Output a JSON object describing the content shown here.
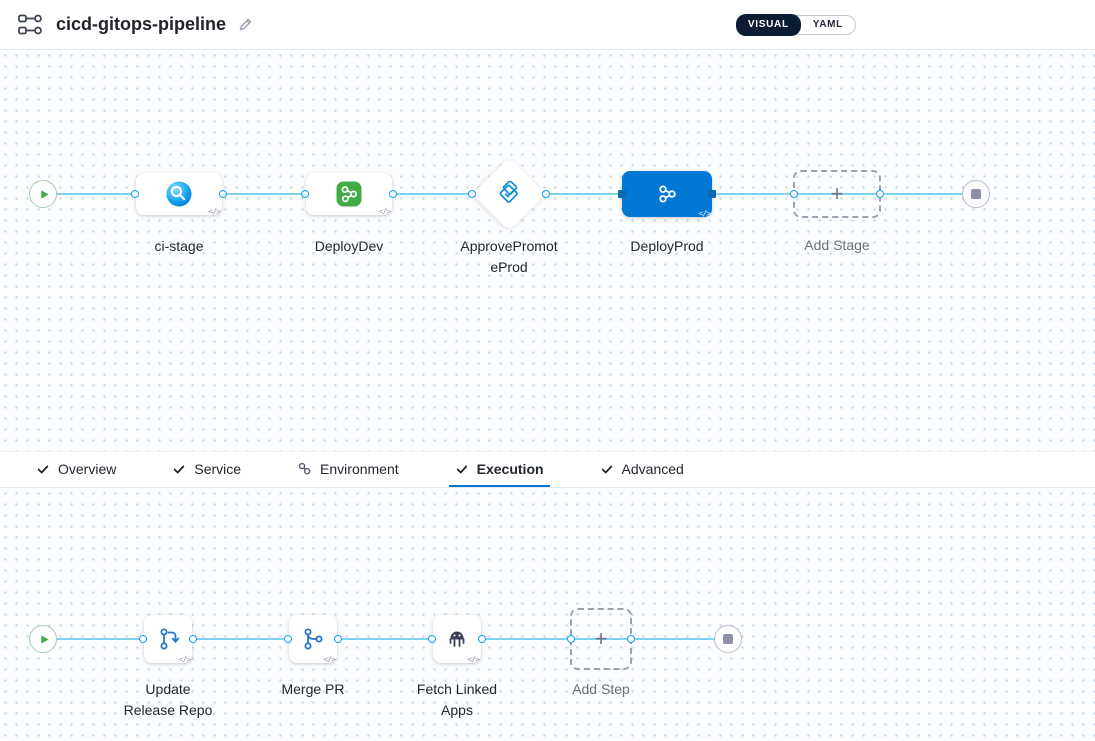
{
  "header": {
    "title": "cicd-gitops-pipeline",
    "mode_toggle": {
      "visual_label": "VISUAL",
      "yaml_label": "YAML",
      "selected": "VISUAL"
    }
  },
  "icons": {
    "add": "+",
    "code": "</>"
  },
  "colors": {
    "accent_blue": "#0278d5",
    "flow_line_blue": "#7ed3f2",
    "selected_stage_bg": "#0278d5",
    "cd_green": "#42ab45",
    "play_green": "#3fae49",
    "toggle_dark": "#0a1b33"
  },
  "stage_pipeline": {
    "stages": [
      {
        "name": "ci-stage",
        "type": "ci",
        "selected": false
      },
      {
        "name": "DeployDev",
        "type": "cd",
        "selected": false
      },
      {
        "name": "ApprovePromoteProd",
        "type": "approval",
        "selected": false
      },
      {
        "name": "DeployProd",
        "type": "cd",
        "selected": true
      }
    ],
    "add_stage_label": "Add Stage"
  },
  "tabs": {
    "items": [
      {
        "label": "Overview",
        "icon": "check",
        "active": false
      },
      {
        "label": "Service",
        "icon": "check",
        "active": false
      },
      {
        "label": "Environment",
        "icon": "environment",
        "active": false
      },
      {
        "label": "Execution",
        "icon": "check",
        "active": true
      },
      {
        "label": "Advanced",
        "icon": "check",
        "active": false
      }
    ]
  },
  "execution": {
    "steps": [
      {
        "name": "Update Release Repo",
        "icon": "git-update"
      },
      {
        "name": "Merge PR",
        "icon": "git-merge"
      },
      {
        "name": "Fetch Linked Apps",
        "icon": "linked-apps"
      }
    ],
    "add_step_label": "Add Step"
  }
}
